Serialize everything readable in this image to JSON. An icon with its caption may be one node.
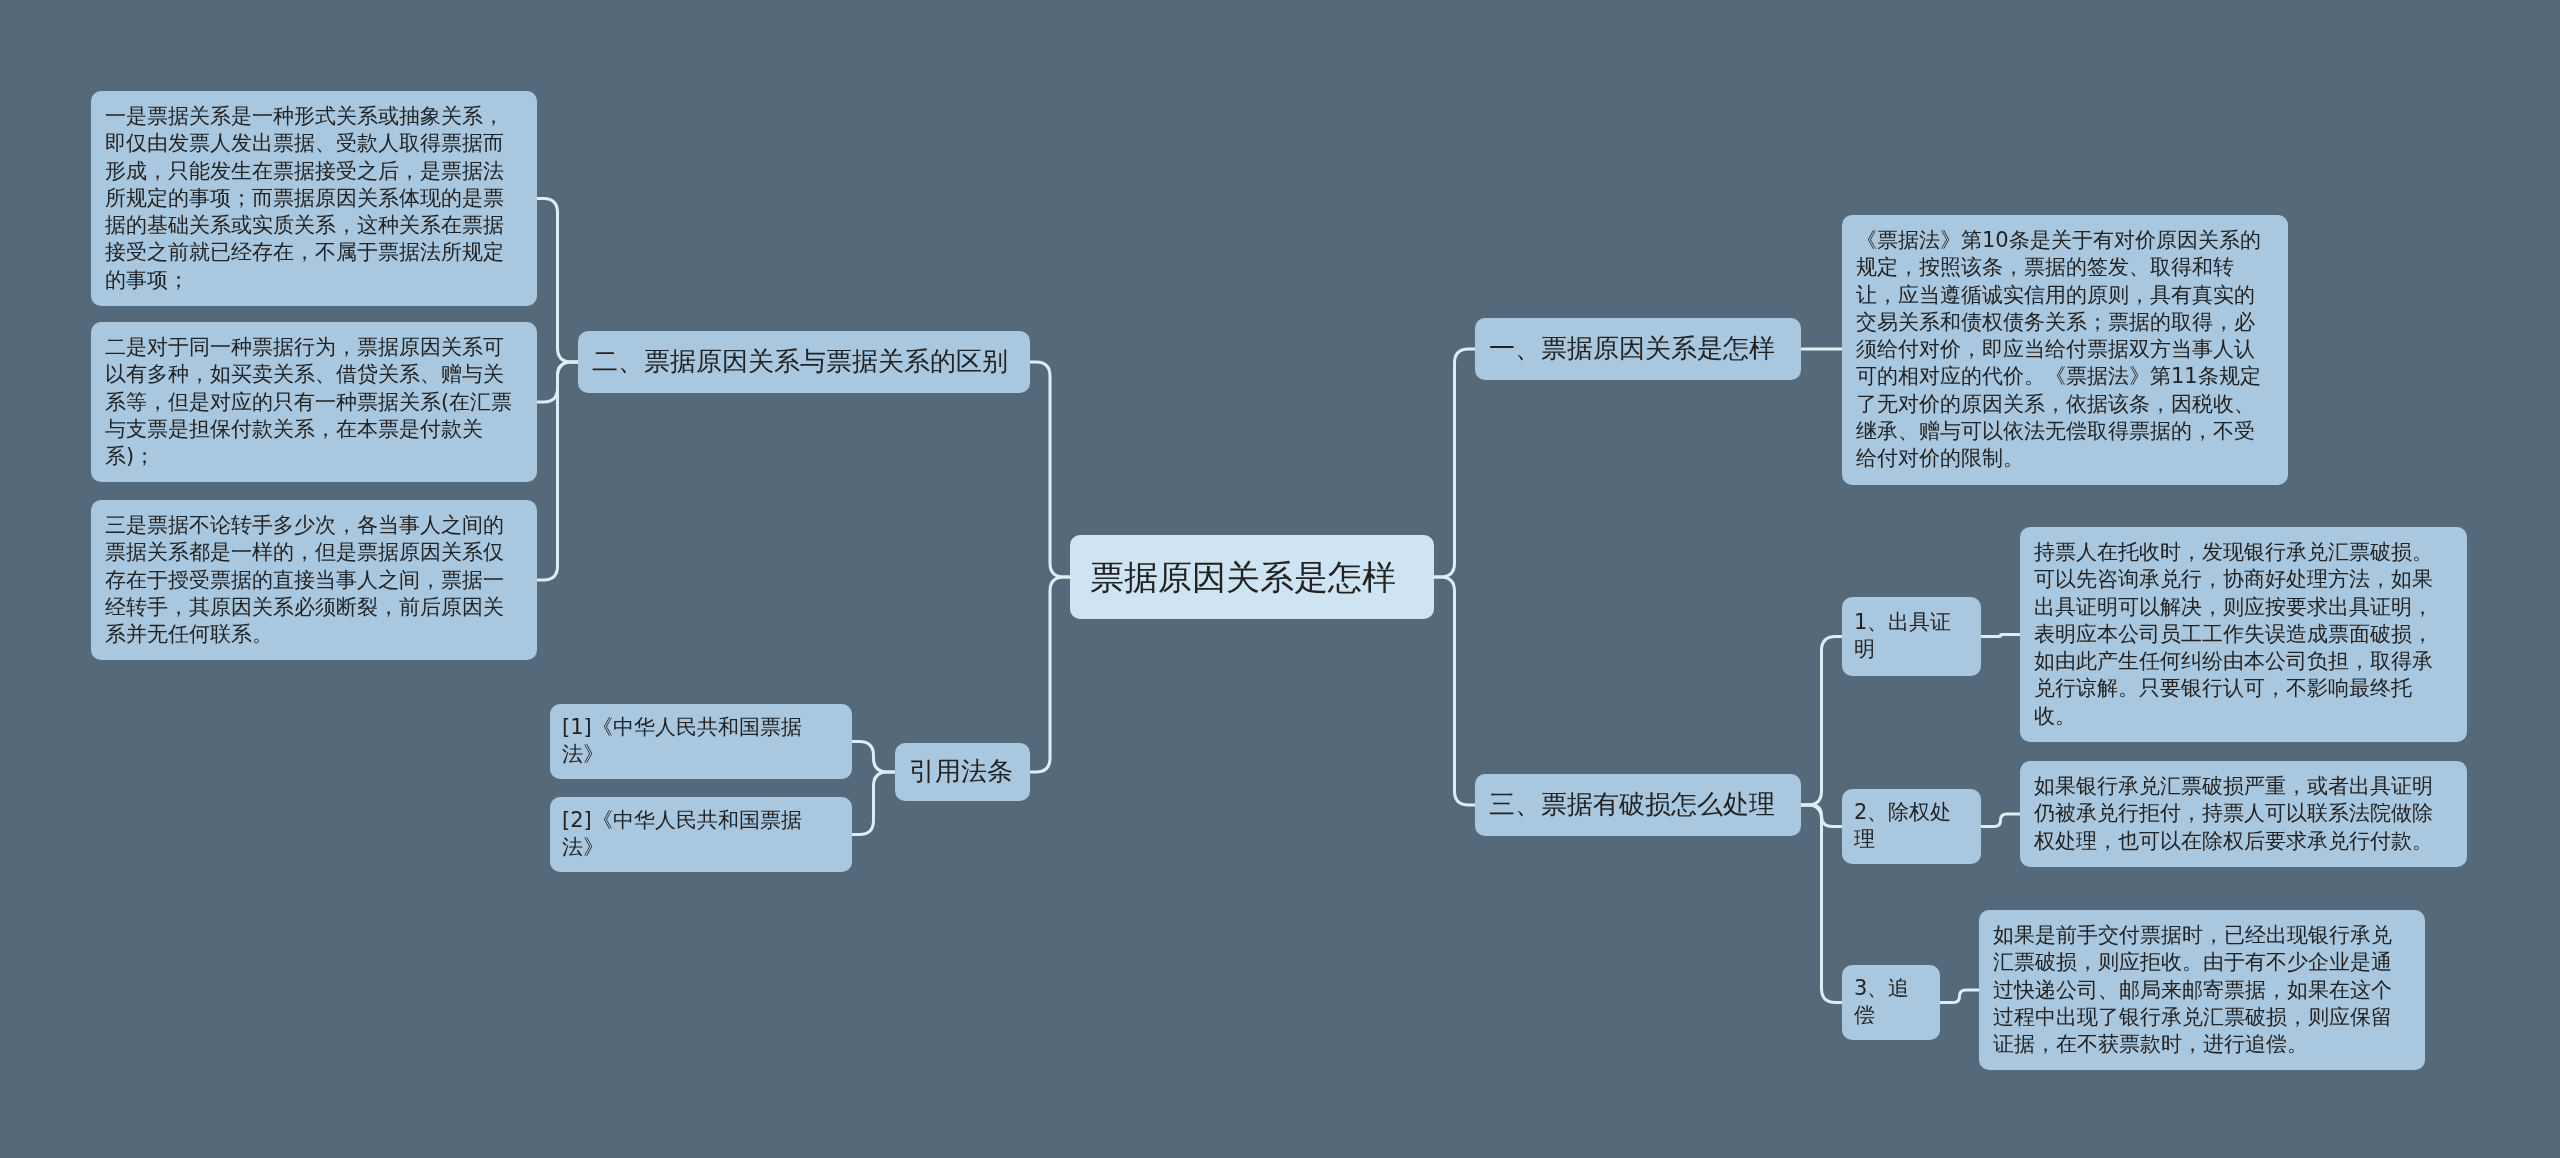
{
  "diagram": {
    "nodes": [
      {
        "text": [
          "票据原因关系是怎样"
        ]
      },
      {
        "text": [
          "一、票据原因关系是怎样"
        ]
      },
      {
        "text": [
          "《票据法》第10条是关于有对价原因关系的规定，按照该条，票据的签发、取得和转让，应当遵循诚实信用的原则，具有真实的交易关系和债权债务关系；票据的取得，必须给付对价，即应当给付票据双方当事人认可的相对应的代价。《票据法》第11条规定了无对价的原因关系，依据该条，因税收、继承、赠与可以依法无偿取得票据的，不受给付对价的限制。"
        ]
      },
      {
        "text": [
          "三、票据有破损怎么处理"
        ]
      },
      {
        "text": [
          "1、出具证明"
        ]
      },
      {
        "text": [
          "持票人在托收时，发现银行承兑汇票破损。可以先咨询承兑行，协商好处理方法，如果出具证明可以解决，则应按要求出具证明，表明应本公司员工工作失误造成票面破损，如由此产生任何纠纷由本公司负担，取得承兑行谅解。只要银行认可，不影响最终托收。"
        ]
      },
      {
        "text": [
          "2、除权处理"
        ]
      },
      {
        "text": [
          "如果银行承兑汇票破损严重，或者出具证明仍被承兑行拒付，持票人可以联系法院做除权处理，也可以在除权后要求承兑行付款。"
        ]
      },
      {
        "text": [
          "3、追偿"
        ]
      },
      {
        "text": [
          "如果是前手交付票据时，已经出现银行承兑汇票破损，则应拒收。由于有不少企业是通过快递公司、邮局来邮寄票据，如果在这个过程中出现了银行承兑汇票破损，则应保留证据，在不获票款时，进行追偿。"
        ]
      },
      {
        "text": [
          "二、票据原因关系与票据关系的区别"
        ]
      },
      {
        "text": [
          "一是票据关系是一种形式关系或抽象关系，即仅由发票人发出票据、受款人取得票据而形成，只能发生在票据接受之后，是票据法所规定的事项；而票据原因关系体现的是票据的基础关系或实质关系，这种关系在票据接受之前就已经存在，不属于票据法所规定的事项；"
        ]
      },
      {
        "text": [
          "二是对于同一种票据行为，票据原因关系可以有多种，如买卖关系、借贷关系、赠与关系等，但是对应的只有一种票据关系(在汇票与支票是担保付款关系，在本票是付款关系)；"
        ]
      },
      {
        "text": [
          "三是票据不论转手多少次，各当事人之间的票据关系都是一样的，但是票据原因关系仅存在于授受票据的直接当事人之间，票据一经转手，其原因关系必须断裂，前后原因关系并无任何联系。"
        ]
      },
      {
        "text": [
          "引用法条"
        ]
      },
      {
        "text": [
          "[1]《中华人民共和国票据法》"
        ]
      },
      {
        "text": [
          "[2]《中华人民共和国票据法》"
        ]
      }
    ],
    "edges": [
      {
        "from": 0,
        "to": 1,
        "arrow": "none"
      },
      {
        "from": 1,
        "to": 2,
        "arrow": "none"
      },
      {
        "from": 0,
        "to": 3,
        "arrow": "none"
      },
      {
        "from": 3,
        "to": 4,
        "arrow": "none"
      },
      {
        "from": 4,
        "to": 5,
        "arrow": "none"
      },
      {
        "from": 3,
        "to": 6,
        "arrow": "none"
      },
      {
        "from": 6,
        "to": 7,
        "arrow": "none"
      },
      {
        "from": 3,
        "to": 8,
        "arrow": "none"
      },
      {
        "from": 8,
        "to": 9,
        "arrow": "none"
      },
      {
        "from": 0,
        "to": 10,
        "arrow": "none"
      },
      {
        "from": 10,
        "to": 11,
        "arrow": "none"
      },
      {
        "from": 10,
        "to": 12,
        "arrow": "none"
      },
      {
        "from": 10,
        "to": 13,
        "arrow": "none"
      },
      {
        "from": 0,
        "to": 14,
        "arrow": "none"
      },
      {
        "from": 14,
        "to": 15,
        "arrow": "none"
      },
      {
        "from": 14,
        "to": 16,
        "arrow": "none"
      }
    ]
  }
}
